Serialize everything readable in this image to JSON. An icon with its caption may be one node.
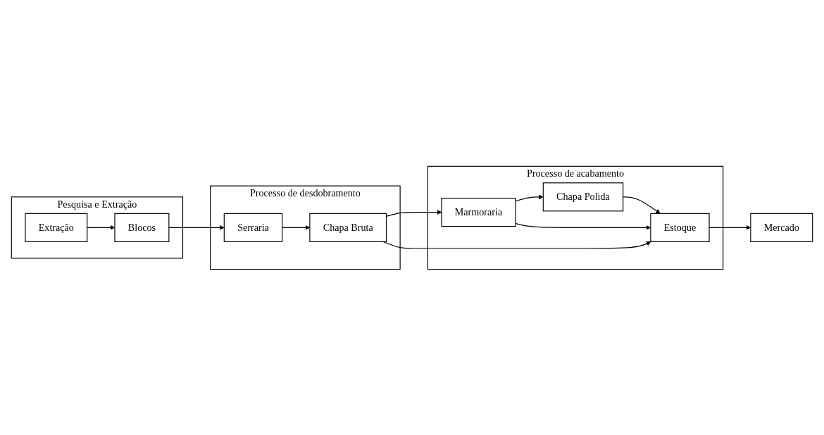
{
  "diagram": {
    "nodes": [
      {
        "text": [
          "Pesquisa e Extração"
        ]
      },
      {
        "text": [
          "Extração"
        ],
        "in": 0
      },
      {
        "text": [
          "Blocos"
        ],
        "in": 0
      },
      {
        "text": [
          "Processo de desdobramento"
        ]
      },
      {
        "text": [
          "Serraria"
        ],
        "in": 3
      },
      {
        "text": [
          "Chapa Bruta"
        ],
        "in": 3
      },
      {
        "text": [
          "Processo de acabamento"
        ]
      },
      {
        "text": [
          "Marmoraria"
        ],
        "in": 6
      },
      {
        "text": [
          "Chapa Polida"
        ],
        "in": 6
      },
      {
        "text": [
          "Estoque"
        ],
        "in": 6
      },
      {
        "text": [
          "Mercado"
        ]
      }
    ],
    "edges": [
      {
        "from": 1,
        "to": 2,
        "arrow": "to"
      },
      {
        "from": 2,
        "to": 4,
        "arrow": "to"
      },
      {
        "from": 4,
        "to": 5,
        "arrow": "to"
      },
      {
        "from": 5,
        "to": 7,
        "arrow": "to"
      },
      {
        "from": 7,
        "to": 8,
        "arrow": "to"
      },
      {
        "from": 7,
        "to": 9,
        "arrow": "to"
      },
      {
        "from": 5,
        "to": 9,
        "arrow": "to"
      },
      {
        "from": 8,
        "to": 9,
        "arrow": "to"
      },
      {
        "from": 9,
        "to": 10,
        "arrow": "to"
      }
    ]
  }
}
